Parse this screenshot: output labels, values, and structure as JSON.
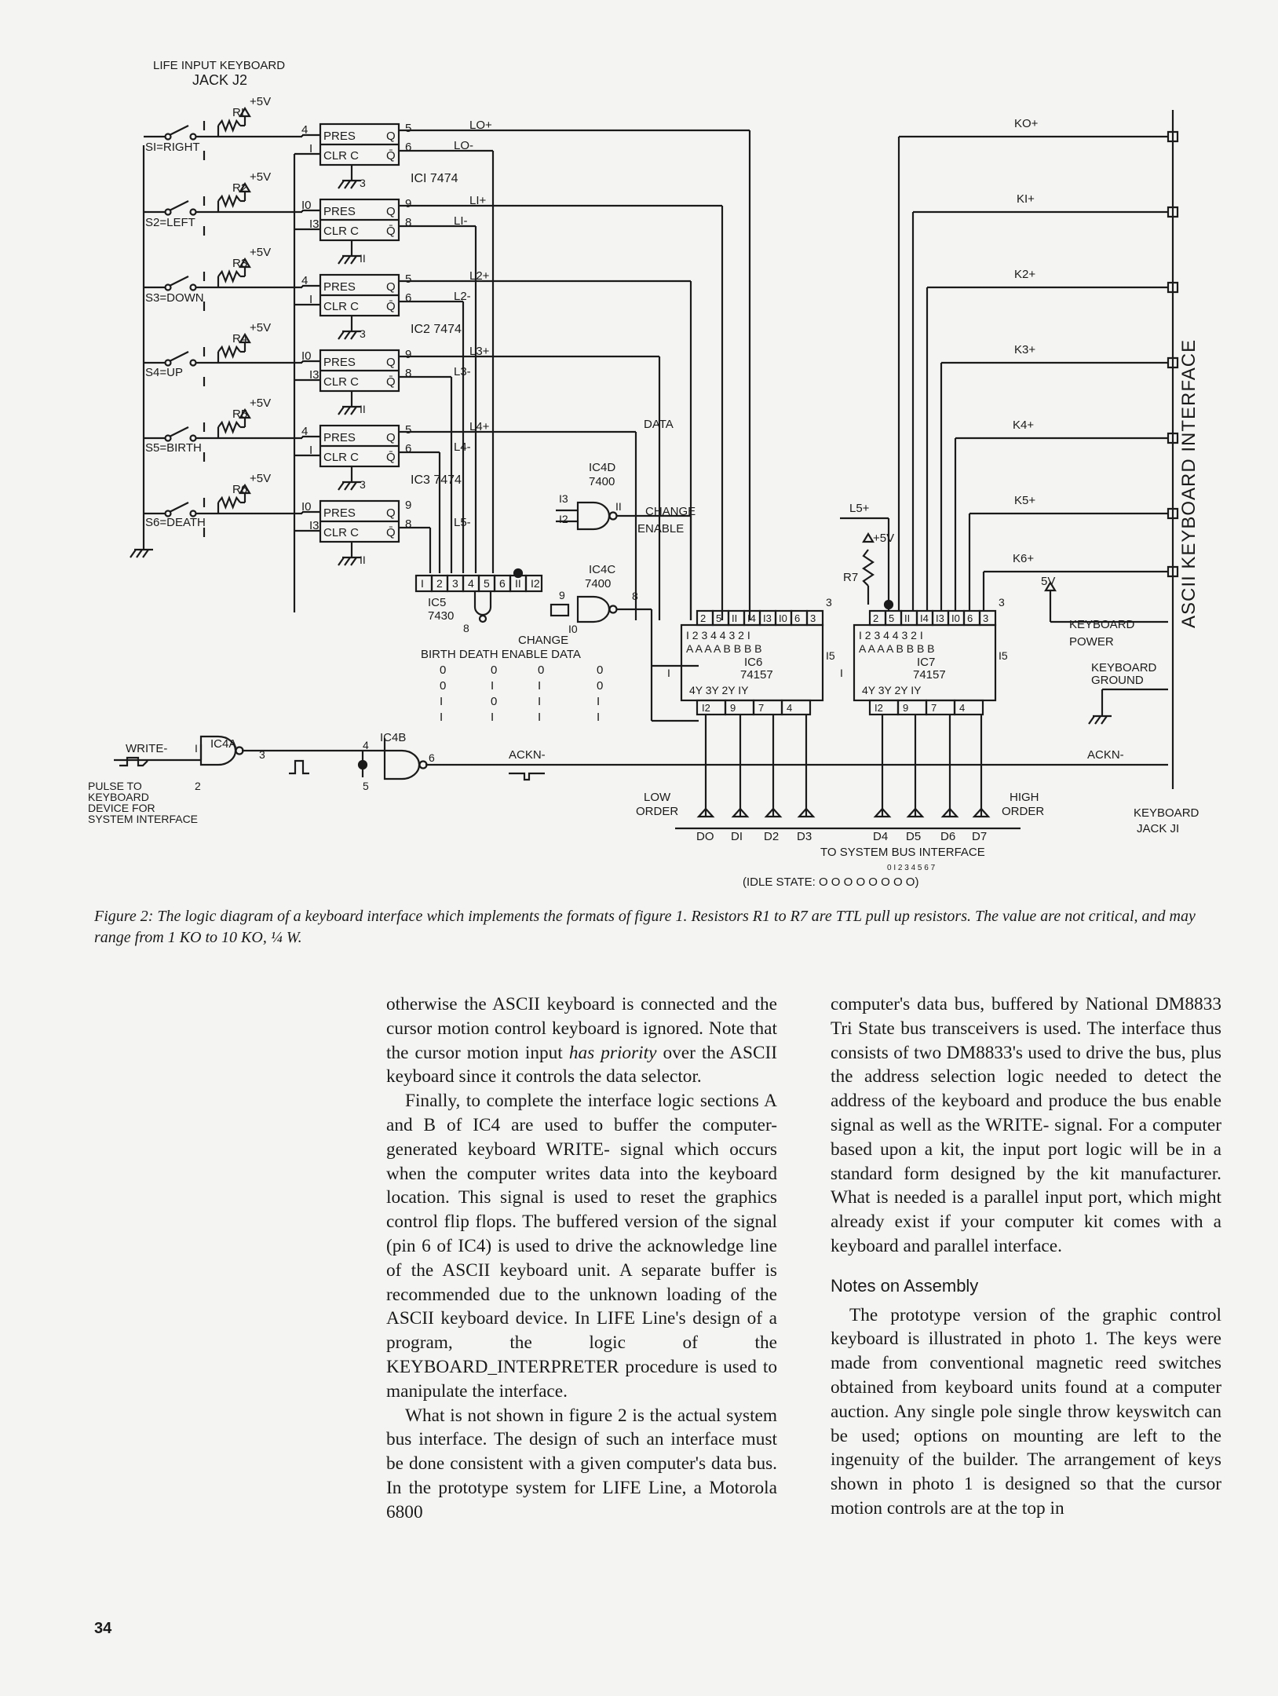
{
  "figure": {
    "keyboard_jack": [
      "LIFE INPUT KEYBOARD",
      "JACK J2"
    ],
    "switches": [
      "SI=RIGHT",
      "S2=LEFT",
      "S3=DOWN",
      "S4=UP",
      "S5=BIRTH",
      "S6=DEATH"
    ],
    "resistors": [
      "RI",
      "R2",
      "R3",
      "R4",
      "R5",
      "R6"
    ],
    "supply": "+5V",
    "flipflops": [
      {
        "ic": "ICI 7474",
        "preset_pin": "4",
        "clear_pin": "I",
        "q_pin": "5",
        "qbar_pin": "6",
        "clk_pin": "3",
        "q_label": "LO+",
        "qbar_label": "LO-"
      },
      {
        "ic": "",
        "preset_pin": "I0",
        "clear_pin": "I3",
        "q_pin": "9",
        "qbar_pin": "8",
        "clk_pin": "II",
        "q_label": "LI+",
        "qbar_label": "LI-"
      },
      {
        "ic": "IC2 7474",
        "preset_pin": "4",
        "clear_pin": "I",
        "q_pin": "5",
        "qbar_pin": "6",
        "clk_pin": "3",
        "q_label": "L2+",
        "qbar_label": "L2-"
      },
      {
        "ic": "",
        "preset_pin": "I0",
        "clear_pin": "I3",
        "q_pin": "9",
        "qbar_pin": "8",
        "clk_pin": "II",
        "q_label": "L3+",
        "qbar_label": "L3-"
      },
      {
        "ic": "IC3 7474",
        "preset_pin": "4",
        "clear_pin": "I",
        "q_pin": "5",
        "qbar_pin": "6",
        "clk_pin": "3",
        "q_label": "L4+",
        "qbar_label": "L4-"
      },
      {
        "ic": "",
        "preset_pin": "I0",
        "clear_pin": "I3",
        "q_pin": "9",
        "qbar_pin": "8",
        "clk_pin": "II",
        "q_label": "",
        "qbar_label": "L5-"
      }
    ],
    "ff_labels": {
      "pres": "PRES",
      "clr": "CLR",
      "c": "C",
      "q": "Q",
      "qbar": "Q̄"
    },
    "ic4d": [
      "IC4D",
      "7400"
    ],
    "ic4d_pins": [
      "I3",
      "I2",
      "II"
    ],
    "data_label": "DATA",
    "change_enable": [
      "CHANGE",
      "ENABLE"
    ],
    "ic4c": [
      "IC4C",
      "7400"
    ],
    "ic4c_pins": [
      "9",
      "I0",
      "8"
    ],
    "ic5": [
      "IC5",
      "7430"
    ],
    "ic5_pins": [
      "I",
      "2",
      "3",
      "4",
      "5",
      "6",
      "II",
      "I2"
    ],
    "ic5_out": "8",
    "truth_table": {
      "headers": [
        "BIRTH",
        "DEATH",
        "CHANGE ENABLE",
        "DATA"
      ],
      "rows": [
        [
          "0",
          "0",
          "0",
          "0"
        ],
        [
          "0",
          "I",
          "I",
          "0"
        ],
        [
          "I",
          "0",
          "I",
          "I"
        ],
        [
          "I",
          "I",
          "I",
          "I"
        ]
      ]
    },
    "ic6": {
      "pins_top": [
        "2",
        "5",
        "II",
        "I4",
        "I3",
        "I0",
        "6",
        "3"
      ],
      "inputs_row1": "I  2  3  4  4  3  2  I",
      "inputs_row2": "A  A  A  A  B  B  B  B",
      "name": "IC6",
      "part": "74157",
      "outs": "4Y   3Y   2Y   IY",
      "pin_side": "I5",
      "pin_left": "I",
      "pins_bottom": [
        "I2",
        "9",
        "7",
        "4"
      ]
    },
    "ic7": {
      "pins_top": [
        "2",
        "5",
        "II",
        "I4",
        "I3",
        "I0",
        "6",
        "3"
      ],
      "inputs_row1": "I  2  3  4  4  3  2  I",
      "inputs_row2": "A  A  A  A  B  B  B  B",
      "name": "IC7",
      "part": "74157",
      "outs": "4Y   3Y   2Y   IY",
      "pin_side": "I5",
      "pin_left": "I",
      "pins_bottom": [
        "I2",
        "9",
        "7",
        "4"
      ]
    },
    "l5_plus": "L5+",
    "r7": "R7",
    "supply_plus5v": "+5V",
    "k_lines": [
      "KO+",
      "KI+",
      "K2+",
      "K3+",
      "K4+",
      "K5+",
      "K6+"
    ],
    "ascii_interface": "ASCII KEYBOARD INTERFACE",
    "five_v": "5V",
    "keyboard_power": "KEYBOARD POWER",
    "keyboard_ground": [
      "KEYBOARD",
      "GROUND"
    ],
    "ackn": "ACKN-",
    "write": "WRITE-",
    "pulse_label": [
      "PULSE TO",
      "KEYBOARD",
      "DEVICE FOR",
      "SYSTEM INTERFACE"
    ],
    "ic4a": "IC4A",
    "ic4a_pins": [
      "I",
      "2",
      "3"
    ],
    "ic4b": "IC4B",
    "ic4b_pins": [
      "4",
      "5",
      "6"
    ],
    "low_order": [
      "LOW",
      "ORDER"
    ],
    "high_order": [
      "HIGH",
      "ORDER"
    ],
    "data_bits": [
      "DO",
      "DI",
      "D2",
      "D3",
      "D4",
      "D5",
      "D6",
      "D7"
    ],
    "system_bus": "TO SYSTEM BUS INTERFACE",
    "idle_digits": "0 I 2 3 4 5 6 7",
    "idle_state": "(IDLE STATE: O O O O O O O O)",
    "keyboard_jack_j1": [
      "KEYBOARD",
      "JACK JI"
    ]
  },
  "caption": "Figure 2: The logic diagram of a keyboard interface which implements the formats of figure 1. Resistors R1 to R7 are TTL pull up resistors. The value are not critical, and may range from 1 KO to 10 KO, ¼ W.",
  "left_column": {
    "p1_pre": "otherwise the ASCII keyboard is connected and the cursor motion control keyboard is ignored. Note that the cursor motion input ",
    "p1_em": "has priority",
    "p1_post": " over the ASCII keyboard since it controls the data selector.",
    "p2": "Finally, to complete the interface logic sections A and B of IC4 are used to buffer the computer-generated keyboard WRITE- signal which occurs when the computer writes data into the keyboard location. This signal is used to reset the graphics control flip flops. The buffered version of the signal (pin 6 of IC4) is used to drive the acknowledge line of the ASCII keyboard unit. A separate buffer is recommended due to the unknown loading of the ASCII keyboard device. In LIFE Line's design of a program, the logic of the KEYBOARD_INTERPRETER procedure is used to manipulate the interface.",
    "p3": "What is not shown in figure 2 is the actual system bus interface. The design of such an interface must be done consistent with a given computer's data bus. In the prototype system for LIFE Line, a Motorola 6800"
  },
  "right_column": {
    "p1": "computer's data bus, buffered by National DM8833 Tri State bus transceivers is used. The interface thus consists of two DM8833's used to drive the bus, plus the address selection logic needed to detect the address of the keyboard and produce the bus enable signal as well as the WRITE- signal. For a computer based upon a kit, the input port logic will be in a standard form designed by the kit manufacturer. What is needed is a parallel input port, which might already exist if your computer kit comes with a keyboard and parallel interface.",
    "heading": "Notes on Assembly",
    "p2": "The prototype version of the graphic control keyboard is illustrated in photo 1. The keys were made from conventional magnetic reed switches obtained from keyboard units found at a computer auction. Any single pole single throw keyswitch can be used; options on mounting are left to the ingenuity of the builder. The arrangement of keys shown in photo 1 is designed so that the cursor motion controls are at the top in"
  },
  "page_number": "34"
}
